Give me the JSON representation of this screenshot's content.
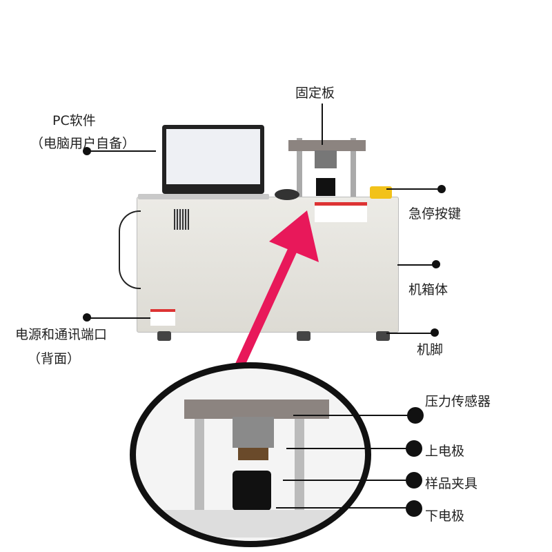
{
  "labels": {
    "fixed_plate": "固定板",
    "pc_software_line1": "PC软件",
    "pc_software_line2": "（电脑用户自备）",
    "emergency_stop": "急停按键",
    "chassis": "机箱体",
    "power_port_line1": "电源和通讯端口",
    "power_port_line2": "（背面）",
    "feet": "机脚",
    "pressure_sensor": "压力传感器",
    "upper_electrode": "上电极",
    "sample_fixture": "样品夹具",
    "lower_electrode": "下电极"
  },
  "colors": {
    "arrow": "#e8185a",
    "chassis": "#e6e4de",
    "estop": "#f2c21a"
  }
}
